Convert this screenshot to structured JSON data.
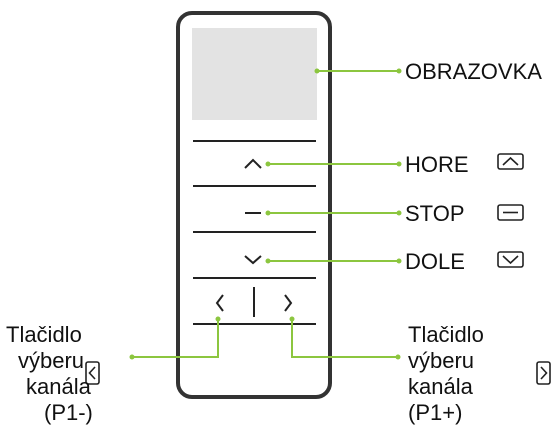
{
  "colors": {
    "accent": "#8cc63f",
    "outline": "#333333",
    "screen": "#e3e3e3",
    "line": "#222222"
  },
  "labels": {
    "screen": "OBRAZOVKA",
    "up": "HORE",
    "stop": "STOP",
    "down": "DOLE",
    "left_channel": [
      "Tlačidlo",
      "výberu",
      "kanála",
      "(P1-)"
    ],
    "right_channel": [
      "Tlačidlo",
      "výberu",
      "kanála",
      "(P1+)"
    ]
  },
  "icons": {
    "up": "chevron-up-icon",
    "stop": "dash-icon",
    "down": "chevron-down-icon",
    "left": "chevron-left-icon",
    "right": "chevron-right-icon"
  }
}
